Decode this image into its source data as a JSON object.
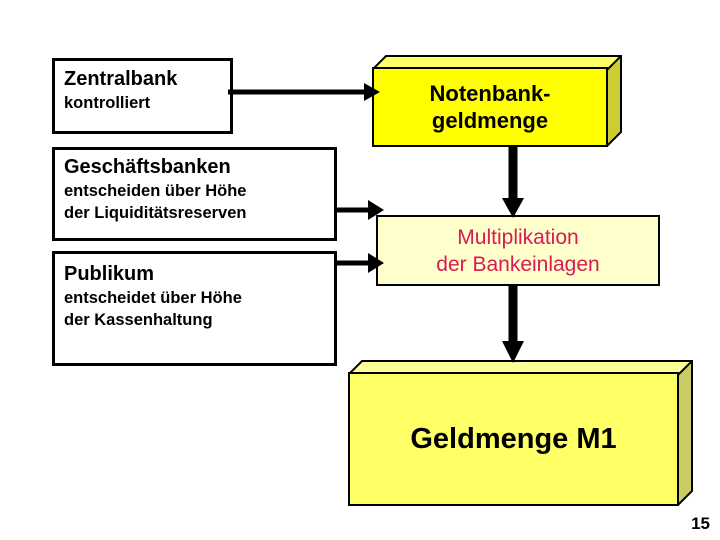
{
  "slide": {
    "page_number": "15",
    "colors": {
      "notenbank_fill": "#FFFF00",
      "notenbank_top": "#FFFF66",
      "notenbank_side": "#CCCC33",
      "geldmenge_fill": "#FFFF66",
      "geldmenge_top": "#FFFF99",
      "geldmenge_side": "#CCCC66",
      "multiplikation_fill": "#FFFFCC",
      "multiplikation_text": "#D81B54",
      "outline": "#000000",
      "background": "#FFFFFF"
    }
  },
  "boxes": {
    "zentralbank": {
      "title": "Zentralbank",
      "subtitle_1": "kontrolliert"
    },
    "geschaeftsbanken": {
      "title": "Geschäftsbanken",
      "subtitle_1": "entscheiden über Höhe",
      "subtitle_2": "der Liquiditätsreserven"
    },
    "publikum": {
      "title": "Publikum",
      "subtitle_1": "entscheidet über Höhe",
      "subtitle_2": "der Kassenhaltung"
    },
    "notenbankgeldmenge": {
      "line_1": "Notenbank-",
      "line_2": "geldmenge"
    },
    "multiplikation": {
      "line_1": "Multiplikation",
      "line_2": "der Bankeinlagen"
    },
    "geldmenge_m1": {
      "line_1": "Geldmenge M1"
    }
  },
  "connectors": [
    {
      "name": "zentralbank-to-notenbankgeldmenge",
      "direction": "right"
    },
    {
      "name": "geschaeftsbanken-to-multiplikation",
      "direction": "right"
    },
    {
      "name": "publikum-to-multiplikation",
      "direction": "right"
    },
    {
      "name": "notenbankgeldmenge-to-multiplikation",
      "direction": "down"
    },
    {
      "name": "multiplikation-to-geldmenge-m1",
      "direction": "down"
    }
  ]
}
